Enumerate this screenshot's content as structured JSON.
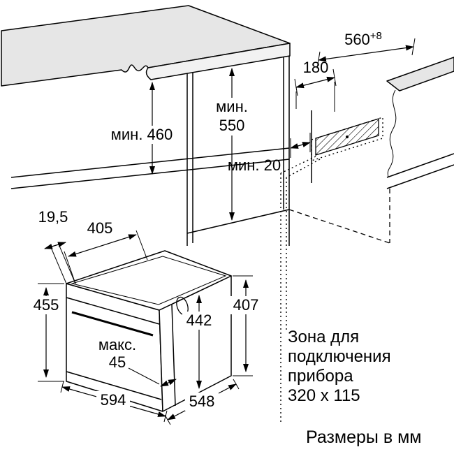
{
  "diagram": {
    "upper": {
      "dim_560_main": "560",
      "dim_560_sup": "+8",
      "dim_180": "180",
      "min550_line1": "мин.",
      "min550_line2": "550",
      "min460": "мин. 460",
      "min20": "мин. 20"
    },
    "oven": {
      "dim_19_5": "19,5",
      "dim_405": "405",
      "dim_455": "455",
      "dim_442": "442",
      "dim_407": "407",
      "max45_line1": "макс.",
      "max45_line2": "45",
      "dim_594": "594",
      "dim_548": "548"
    },
    "zone_note": {
      "line1": "Зона для",
      "line2": "подключения",
      "line3": "прибора",
      "line4": "320 x 115"
    },
    "units_note": "Размеры в мм",
    "colors": {
      "line": "#000000",
      "surface_fill": "#e6e6e6",
      "background": "#ffffff"
    }
  }
}
